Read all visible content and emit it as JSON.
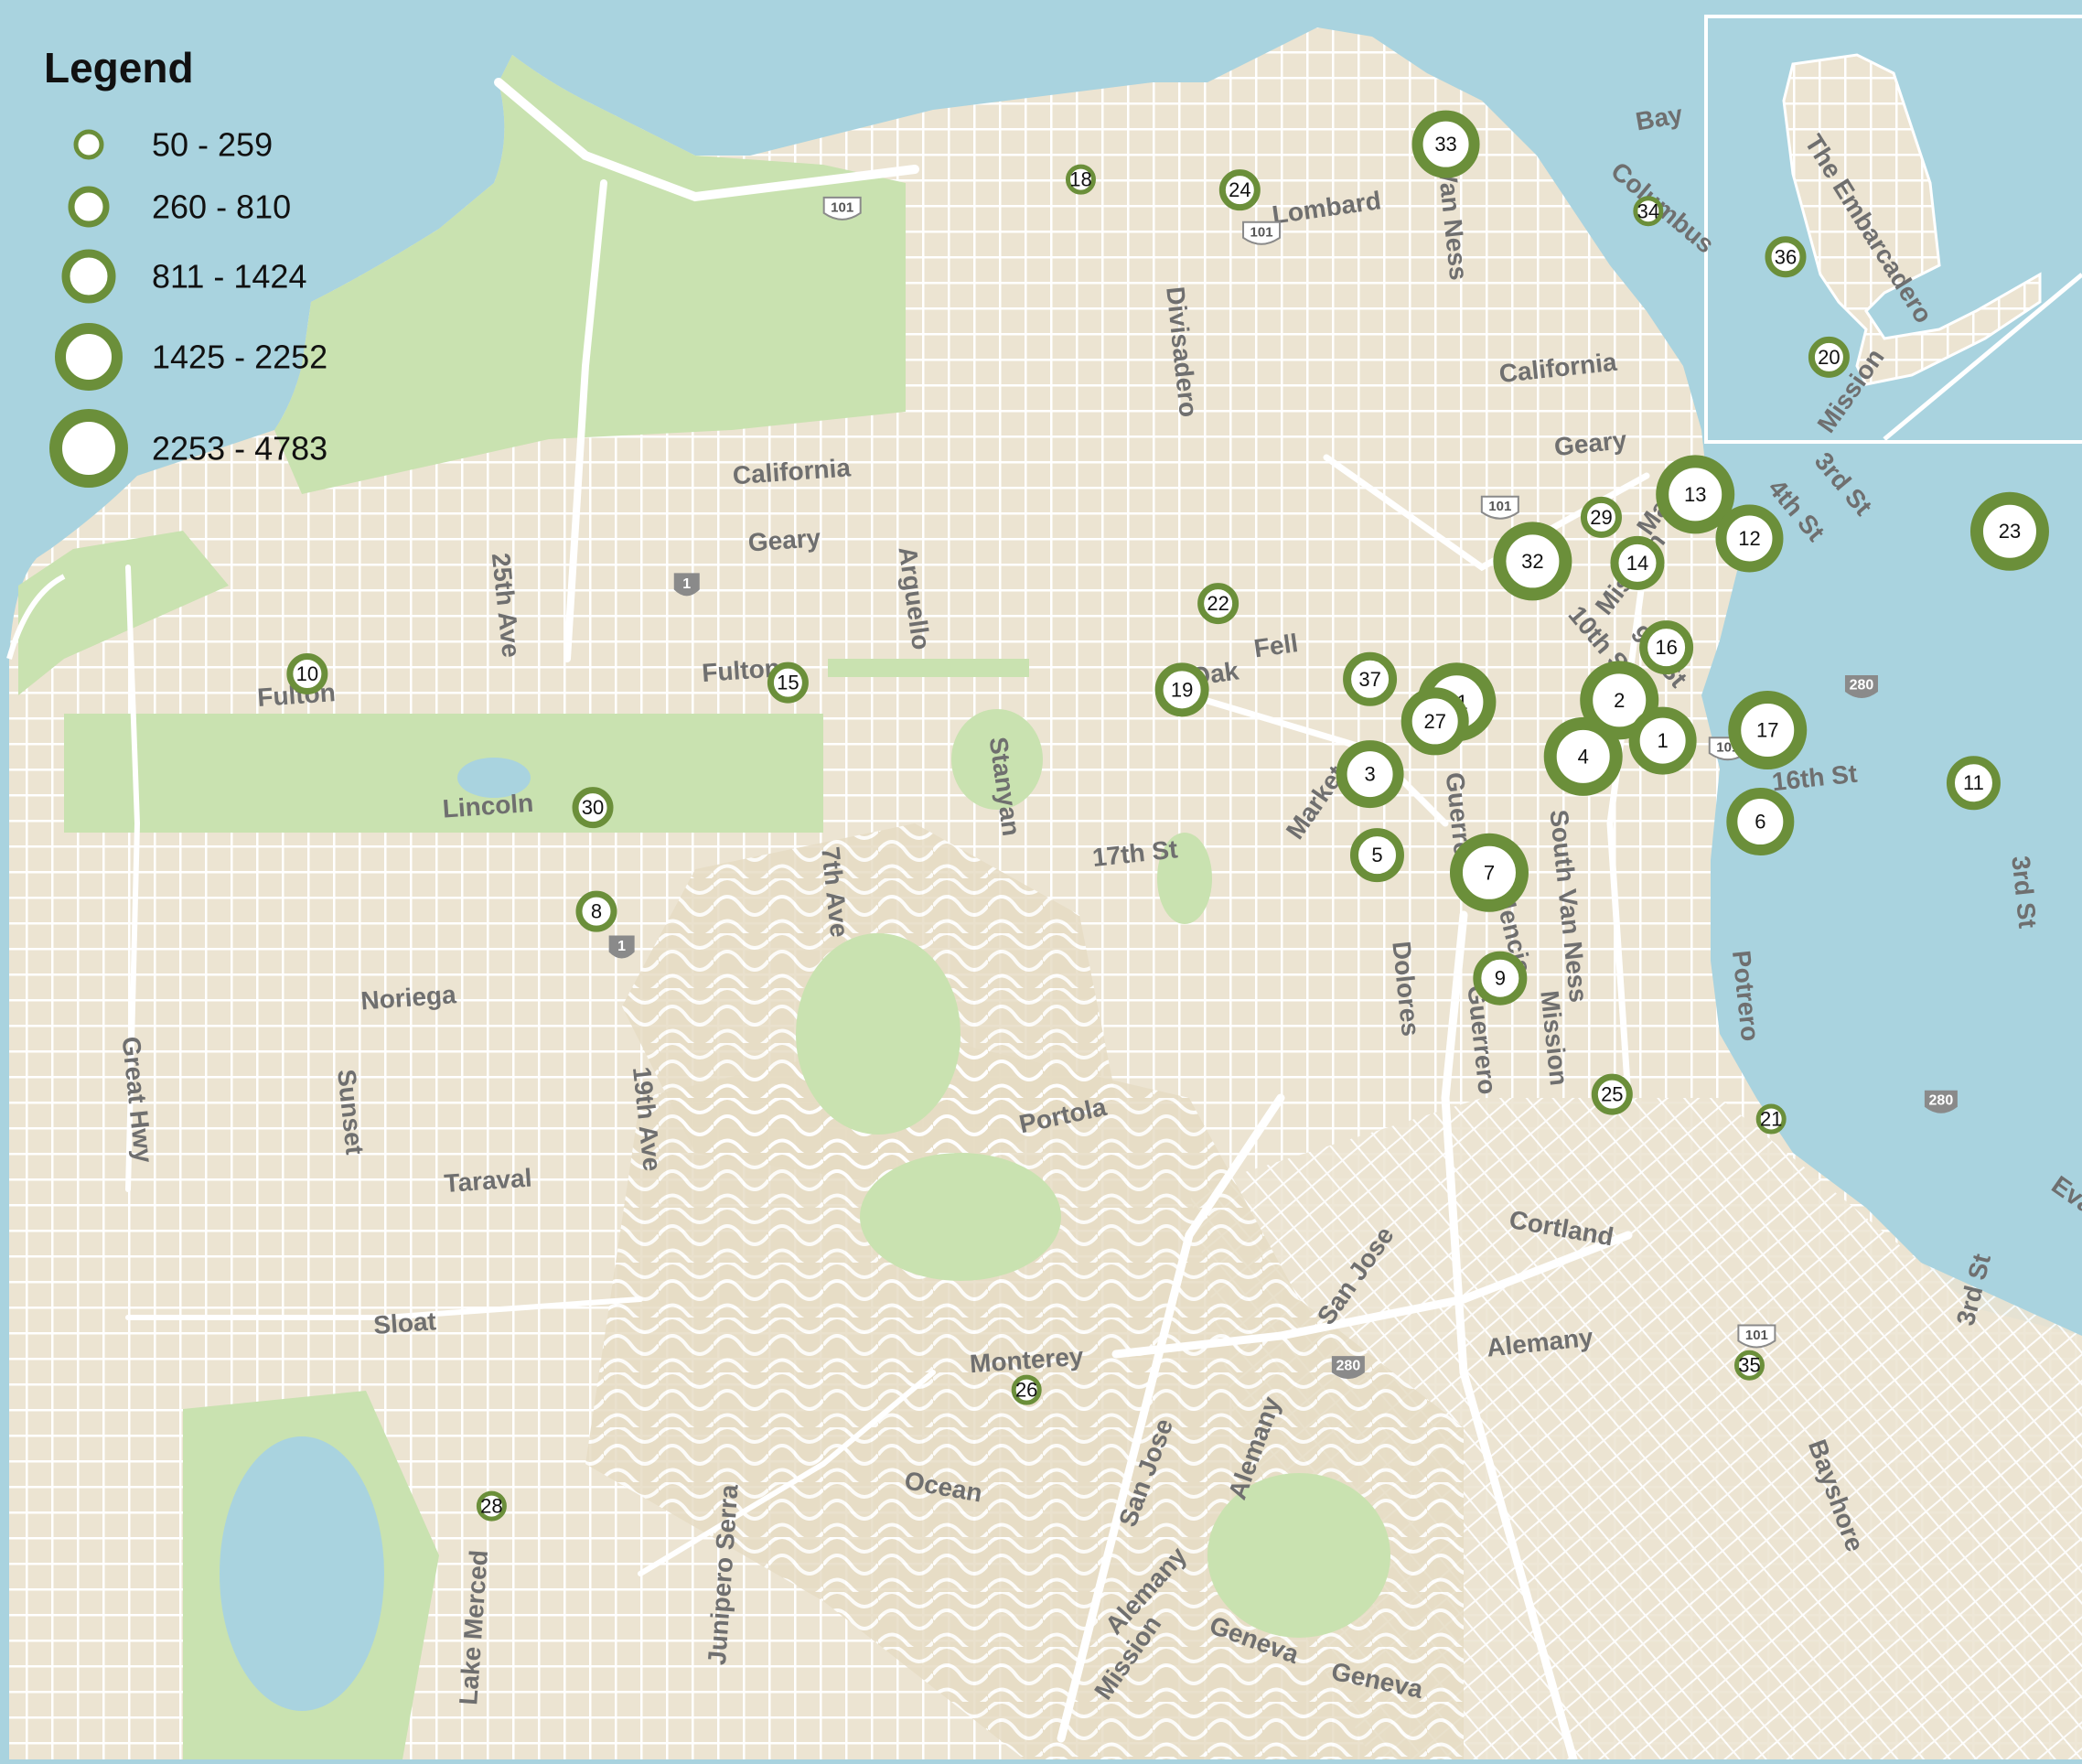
{
  "legend": {
    "title": "Legend",
    "classes": [
      {
        "label": "50 - 259",
        "stroke": 5,
        "r": 14
      },
      {
        "label": "260 - 810",
        "stroke": 7,
        "r": 19
      },
      {
        "label": "811 - 1424",
        "stroke": 9,
        "r": 25
      },
      {
        "label": "1425 - 2252",
        "stroke": 12,
        "r": 31
      },
      {
        "label": "2253 - 4783",
        "stroke": 14,
        "r": 36
      }
    ]
  },
  "colors": {
    "water": "#a9d3df",
    "land": "#ece4d2",
    "park": "#c9e2b0",
    "road": "#ffffff",
    "marker": "#6b8f3a",
    "label": "#6f6f6f"
  },
  "markers": [
    {
      "id": "1",
      "fx": 0.46,
      "fy": 0.421,
      "cls": 3
    },
    {
      "id": "2",
      "fx": 0.448,
      "fy": 0.398,
      "cls": 4
    },
    {
      "id": "3",
      "fx": 0.379,
      "fy": 0.44,
      "cls": 3
    },
    {
      "id": "4",
      "fx": 0.438,
      "fy": 0.43,
      "cls": 4
    },
    {
      "id": "5",
      "fx": 0.381,
      "fy": 0.486,
      "cls": 2
    },
    {
      "id": "6",
      "fx": 0.487,
      "fy": 0.467,
      "cls": 3
    },
    {
      "id": "7",
      "fx": 0.412,
      "fy": 0.496,
      "cls": 4
    },
    {
      "id": "8",
      "fx": 0.165,
      "fy": 0.518,
      "cls": 1
    },
    {
      "id": "9",
      "fx": 0.415,
      "fy": 0.556,
      "cls": 2
    },
    {
      "id": "10",
      "fx": 0.085,
      "fy": 0.383,
      "cls": 1
    },
    {
      "id": "11",
      "fx": 0.546,
      "fy": 0.445,
      "cls": 2
    },
    {
      "id": "12",
      "fx": 0.484,
      "fy": 0.306,
      "cls": 3
    },
    {
      "id": "13",
      "fx": 0.469,
      "fy": 0.281,
      "cls": 4
    },
    {
      "id": "14",
      "fx": 0.453,
      "fy": 0.32,
      "cls": 2
    },
    {
      "id": "15",
      "fx": 0.218,
      "fy": 0.388,
      "cls": 1
    },
    {
      "id": "16",
      "fx": 0.461,
      "fy": 0.368,
      "cls": 2
    },
    {
      "id": "17",
      "fx": 0.489,
      "fy": 0.415,
      "cls": 4
    },
    {
      "id": "18",
      "fx": 0.299,
      "fy": 0.102,
      "cls": 0
    },
    {
      "id": "19",
      "fx": 0.327,
      "fy": 0.392,
      "cls": 2
    },
    {
      "id": "20",
      "fx": 0.506,
      "fy": 0.203,
      "cls": 1
    },
    {
      "id": "21",
      "fx": 0.49,
      "fy": 0.636,
      "cls": 0
    },
    {
      "id": "22",
      "fx": 0.337,
      "fy": 0.343,
      "cls": 1
    },
    {
      "id": "23",
      "fx": 0.556,
      "fy": 0.302,
      "cls": 4
    },
    {
      "id": "24",
      "fx": 0.343,
      "fy": 0.108,
      "cls": 1
    },
    {
      "id": "25",
      "fx": 0.446,
      "fy": 0.622,
      "cls": 1
    },
    {
      "id": "26",
      "fx": 0.284,
      "fy": 0.79,
      "cls": 0
    },
    {
      "id": "27",
      "fx": 0.397,
      "fy": 0.41,
      "cls": 3
    },
    {
      "id": "28",
      "fx": 0.136,
      "fy": 0.856,
      "cls": 0
    },
    {
      "id": "29",
      "fx": 0.443,
      "fy": 0.294,
      "cls": 1
    },
    {
      "id": "30",
      "fx": 0.164,
      "fy": 0.459,
      "cls": 1
    },
    {
      "id": "31",
      "fx": 0.403,
      "fy": 0.399,
      "cls": 4
    },
    {
      "id": "32",
      "fx": 0.424,
      "fy": 0.319,
      "cls": 4
    },
    {
      "id": "33",
      "fx": 0.4,
      "fy": 0.082,
      "cls": 3
    },
    {
      "id": "34",
      "fx": 0.456,
      "fy": 0.12,
      "cls": 0
    },
    {
      "id": "35",
      "fx": 0.484,
      "fy": 0.776,
      "cls": 0
    },
    {
      "id": "36",
      "fx": 0.494,
      "fy": 0.146,
      "cls": 1
    },
    {
      "id": "37",
      "fx": 0.379,
      "fy": 0.386,
      "cls": 2
    }
  ],
  "streets": [
    {
      "name": "Bay",
      "fx": 0.459,
      "fy": 0.067,
      "rot": -10
    },
    {
      "name": "Columbus",
      "fx": 0.46,
      "fy": 0.118,
      "rot": 40
    },
    {
      "name": "The Embarcadero",
      "fx": 0.517,
      "fy": 0.13,
      "rot": 58
    },
    {
      "name": "Lombard",
      "fx": 0.367,
      "fy": 0.118,
      "rot": -8
    },
    {
      "name": "Van Ness",
      "fx": 0.402,
      "fy": 0.127,
      "rot": 84
    },
    {
      "name": "Divisadero",
      "fx": 0.327,
      "fy": 0.2,
      "rot": 84
    },
    {
      "name": "California",
      "fx": 0.431,
      "fy": 0.209,
      "rot": -6
    },
    {
      "name": "Mission",
      "fx": 0.512,
      "fy": 0.222,
      "rot": -55
    },
    {
      "name": "Geary",
      "fx": 0.44,
      "fy": 0.252,
      "rot": -6
    },
    {
      "name": "3rd St",
      "fx": 0.51,
      "fy": 0.275,
      "rot": 50
    },
    {
      "name": "4th St",
      "fx": 0.497,
      "fy": 0.29,
      "rot": 50
    },
    {
      "name": "Market",
      "fx": 0.461,
      "fy": 0.283,
      "rot": -55
    },
    {
      "name": "Mission",
      "fx": 0.451,
      "fy": 0.326,
      "rot": -52
    },
    {
      "name": "California",
      "fx": 0.219,
      "fy": 0.268,
      "rot": -4
    },
    {
      "name": "Geary",
      "fx": 0.217,
      "fy": 0.307,
      "rot": -4
    },
    {
      "name": "Arguello",
      "fx": 0.253,
      "fy": 0.34,
      "rot": 82
    },
    {
      "name": "25th Ave",
      "fx": 0.14,
      "fy": 0.344,
      "rot": 84
    },
    {
      "name": "10th St",
      "fx": 0.443,
      "fy": 0.365,
      "rot": 50
    },
    {
      "name": "9th St",
      "fx": 0.459,
      "fy": 0.373,
      "rot": 50
    },
    {
      "name": "Fell",
      "fx": 0.353,
      "fy": 0.367,
      "rot": -8
    },
    {
      "name": "Oak",
      "fx": 0.336,
      "fy": 0.383,
      "rot": -8
    },
    {
      "name": "Fulton",
      "fx": 0.205,
      "fy": 0.381,
      "rot": -4
    },
    {
      "name": "Fulton",
      "fx": 0.082,
      "fy": 0.395,
      "rot": -4
    },
    {
      "name": "Stanyan",
      "fx": 0.278,
      "fy": 0.447,
      "rot": 82
    },
    {
      "name": "Lincoln",
      "fx": 0.135,
      "fy": 0.458,
      "rot": -4
    },
    {
      "name": "Market",
      "fx": 0.364,
      "fy": 0.456,
      "rot": -55
    },
    {
      "name": "16th St",
      "fx": 0.502,
      "fy": 0.442,
      "rot": -6
    },
    {
      "name": "17th St",
      "fx": 0.314,
      "fy": 0.485,
      "rot": -6
    },
    {
      "name": "Guerrero",
      "fx": 0.404,
      "fy": 0.47,
      "rot": 84
    },
    {
      "name": "South Van Ness",
      "fx": 0.434,
      "fy": 0.515,
      "rot": 84
    },
    {
      "name": "Valencia",
      "fx": 0.418,
      "fy": 0.525,
      "rot": 76
    },
    {
      "name": "3rd St",
      "fx": 0.56,
      "fy": 0.507,
      "rot": 84
    },
    {
      "name": "7th Ave",
      "fx": 0.231,
      "fy": 0.507,
      "rot": 84
    },
    {
      "name": "Noriega",
      "fx": 0.113,
      "fy": 0.567,
      "rot": -4
    },
    {
      "name": "Dolores",
      "fx": 0.389,
      "fy": 0.562,
      "rot": 84
    },
    {
      "name": "Guerrero",
      "fx": 0.41,
      "fy": 0.591,
      "rot": 84
    },
    {
      "name": "Mission",
      "fx": 0.43,
      "fy": 0.59,
      "rot": 84
    },
    {
      "name": "Potrero",
      "fx": 0.483,
      "fy": 0.566,
      "rot": 84
    },
    {
      "name": "Great Hwy",
      "fx": 0.038,
      "fy": 0.625,
      "rot": 84
    },
    {
      "name": "Sunset",
      "fx": 0.097,
      "fy": 0.632,
      "rot": 84
    },
    {
      "name": "19th Ave",
      "fx": 0.179,
      "fy": 0.636,
      "rot": 84
    },
    {
      "name": "Portola",
      "fx": 0.294,
      "fy": 0.634,
      "rot": -12
    },
    {
      "name": "Taraval",
      "fx": 0.135,
      "fy": 0.671,
      "rot": -4
    },
    {
      "name": "Evans",
      "fx": 0.577,
      "fy": 0.684,
      "rot": 35
    },
    {
      "name": "Cortland",
      "fx": 0.432,
      "fy": 0.698,
      "rot": 10
    },
    {
      "name": "San Jose",
      "fx": 0.375,
      "fy": 0.725,
      "rot": -55
    },
    {
      "name": "3rd St",
      "fx": 0.546,
      "fy": 0.733,
      "rot": -76
    },
    {
      "name": "Sloat",
      "fx": 0.112,
      "fy": 0.752,
      "rot": -4
    },
    {
      "name": "Alemany",
      "fx": 0.426,
      "fy": 0.763,
      "rot": -6
    },
    {
      "name": "Monterey",
      "fx": 0.284,
      "fy": 0.773,
      "rot": -4
    },
    {
      "name": "Ocean",
      "fx": 0.261,
      "fy": 0.845,
      "rot": 10
    },
    {
      "name": "San Jose",
      "fx": 0.317,
      "fy": 0.837,
      "rot": -70
    },
    {
      "name": "Alemany",
      "fx": 0.347,
      "fy": 0.823,
      "rot": -70
    },
    {
      "name": "Bayshore",
      "fx": 0.508,
      "fy": 0.85,
      "rot": 70
    },
    {
      "name": "Junipero Serra",
      "fx": 0.2,
      "fy": 0.895,
      "rot": -86
    },
    {
      "name": "Lake Merced",
      "fx": 0.131,
      "fy": 0.925,
      "rot": -86
    },
    {
      "name": "Alemany",
      "fx": 0.317,
      "fy": 0.904,
      "rot": -48
    },
    {
      "name": "Mission",
      "fx": 0.312,
      "fy": 0.942,
      "rot": -55
    },
    {
      "name": "Geneva",
      "fx": 0.347,
      "fy": 0.932,
      "rot": 20
    },
    {
      "name": "Geneva",
      "fx": 0.381,
      "fy": 0.955,
      "rot": 12
    }
  ],
  "shields": [
    {
      "text": "101",
      "kind": "us",
      "fx": 0.233,
      "fy": 0.119
    },
    {
      "text": "101",
      "kind": "us",
      "fx": 0.349,
      "fy": 0.133
    },
    {
      "text": "101",
      "kind": "us",
      "fx": 0.415,
      "fy": 0.289
    },
    {
      "text": "101",
      "kind": "us",
      "fx": 0.478,
      "fy": 0.426
    },
    {
      "text": "101",
      "kind": "us",
      "fx": 0.486,
      "fy": 0.76
    },
    {
      "text": "280",
      "kind": "i",
      "fx": 0.515,
      "fy": 0.39
    },
    {
      "text": "280",
      "kind": "i",
      "fx": 0.537,
      "fy": 0.626
    },
    {
      "text": "280",
      "kind": "i",
      "fx": 0.373,
      "fy": 0.777
    },
    {
      "text": "1",
      "kind": "ca",
      "fx": 0.19,
      "fy": 0.333
    },
    {
      "text": "1",
      "kind": "ca",
      "fx": 0.172,
      "fy": 0.539
    }
  ]
}
